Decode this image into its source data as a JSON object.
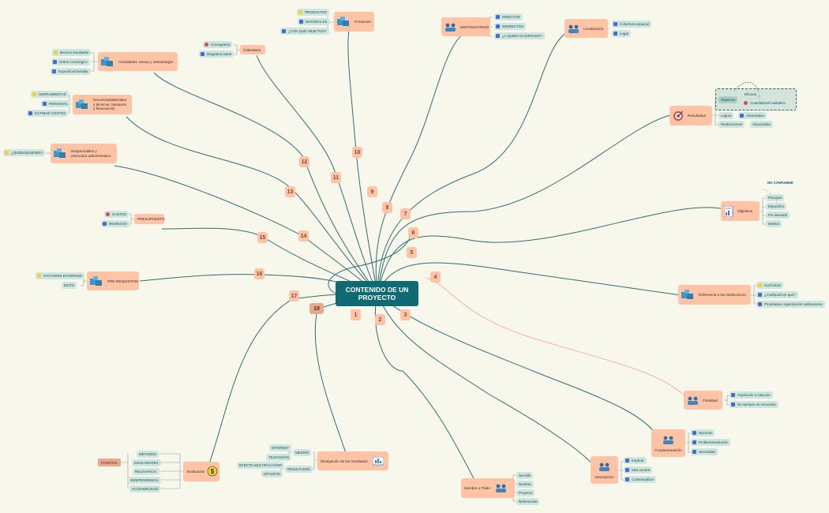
{
  "central": "CONTENIDO DE UN PROYECTO",
  "numbers": [
    "1",
    "2",
    "3",
    "4",
    "5",
    "6",
    "7",
    "8",
    "9",
    "10",
    "11",
    "12",
    "13",
    "14",
    "15",
    "16",
    "17",
    "18"
  ],
  "topics": {
    "productos": {
      "label": "Productos",
      "items": [
        "PRODUCTOS",
        "MATERIALES",
        "¿CON QUÉ OBJETIVO?"
      ]
    },
    "destinatarios": {
      "label": "DESTINATARIOS",
      "items": [
        "DIRECTOS",
        "INDIRECTOS",
        "¿A QUIÉN VA DIRIGIDO?"
      ]
    },
    "localizacion": {
      "label": "Localización",
      "items": [
        "Cobertura espacial",
        "Lugar"
      ]
    },
    "calendario": {
      "label": "Calendario",
      "items": [
        "Cronograma",
        "Diagrama Gantt"
      ]
    },
    "actividades": {
      "label": "Actividades, tareas y metodología",
      "items": [
        "Buenos resultados",
        "Orden cronológico",
        "Especificar/Señalar"
      ]
    },
    "recursos": {
      "label": "Recursos(Materiales y técnicos, humanos y financieros)",
      "items": [
        "HERRAMIENTAS",
        "PERSONAL",
        "ESTIMAR COSTOS"
      ]
    },
    "responsables": {
      "label": "Responsables y estructura administrativa",
      "items": [
        "¿QUIÉN/QUIÉNES?"
      ]
    },
    "presupuesto": {
      "label": "PRESUPUESTO",
      "items": [
        "GASTOS",
        "INGRESOS"
      ]
    },
    "prerequisitos": {
      "label": "PRE-REQUISITOS",
      "items": [
        "FACTORES EXTERNOS",
        "ÉXITO"
      ]
    },
    "resultados": {
      "label": "Resultados",
      "items": [
        "Objetivos",
        "Eficacia",
        "Cuantitativo/Cualitativo",
        "Logros",
        "Alcanzados",
        "Realizaciones",
        "Alcanzadas"
      ]
    },
    "objetivos": {
      "label": "Objetivos",
      "note": "NO CONFUNDIR",
      "items": [
        "Principal",
        "Específico",
        "Fin deseado",
        "Medios"
      ]
    },
    "referencia": {
      "label": "Referencia a las instituciones",
      "items": [
        "Currículum",
        "¿Cuál/qué/con qué?",
        "Prioridades organización instituciones"
      ]
    },
    "finalidad": {
      "label": "Finalidad",
      "items": [
        "Aspiración o solución",
        "No siempre es necesaria"
      ]
    },
    "fundamentacion": {
      "label": "Fundamentación",
      "items": [
        "Razones",
        "Problema/Solución",
        "Necesidad"
      ]
    },
    "descripcion": {
      "label": "Descripción",
      "items": [
        "Explicar",
        "Idea central",
        "Contextualizar"
      ]
    },
    "nombre": {
      "label": "Nombre o Título",
      "items": [
        "Sencillo",
        "Nombre",
        "Proyecto",
        "Referencias"
      ]
    },
    "divulgacion": {
      "label": "Divulgación de los resultados",
      "items": [
        "MEDIOS",
        "RESULTADOS",
        "INTERNET",
        "TELEVISIÓN",
        "EFECTO MULTIPLICADOR",
        "DIFUSIÓN"
      ]
    },
    "evaluacion": {
      "label": "Evaluación",
      "positiva": "POSITIVA",
      "items": [
        "MÉTODOS",
        "INDICADORES",
        "RELEVANCIA",
        "INDEPENDENCIA",
        "ACCESIBILIDAD"
      ]
    }
  },
  "colors": {
    "background": "#f8f7ec",
    "central": "#0f6a72",
    "topic": "#ffc3a6",
    "subtopic": "#cde6e0",
    "link": "#2f6e72",
    "link_highlight": "#f6b59a",
    "marker_yellow": "#f2d23c",
    "marker_red": "#e04848",
    "marker_blue": "#4a6cc8"
  }
}
